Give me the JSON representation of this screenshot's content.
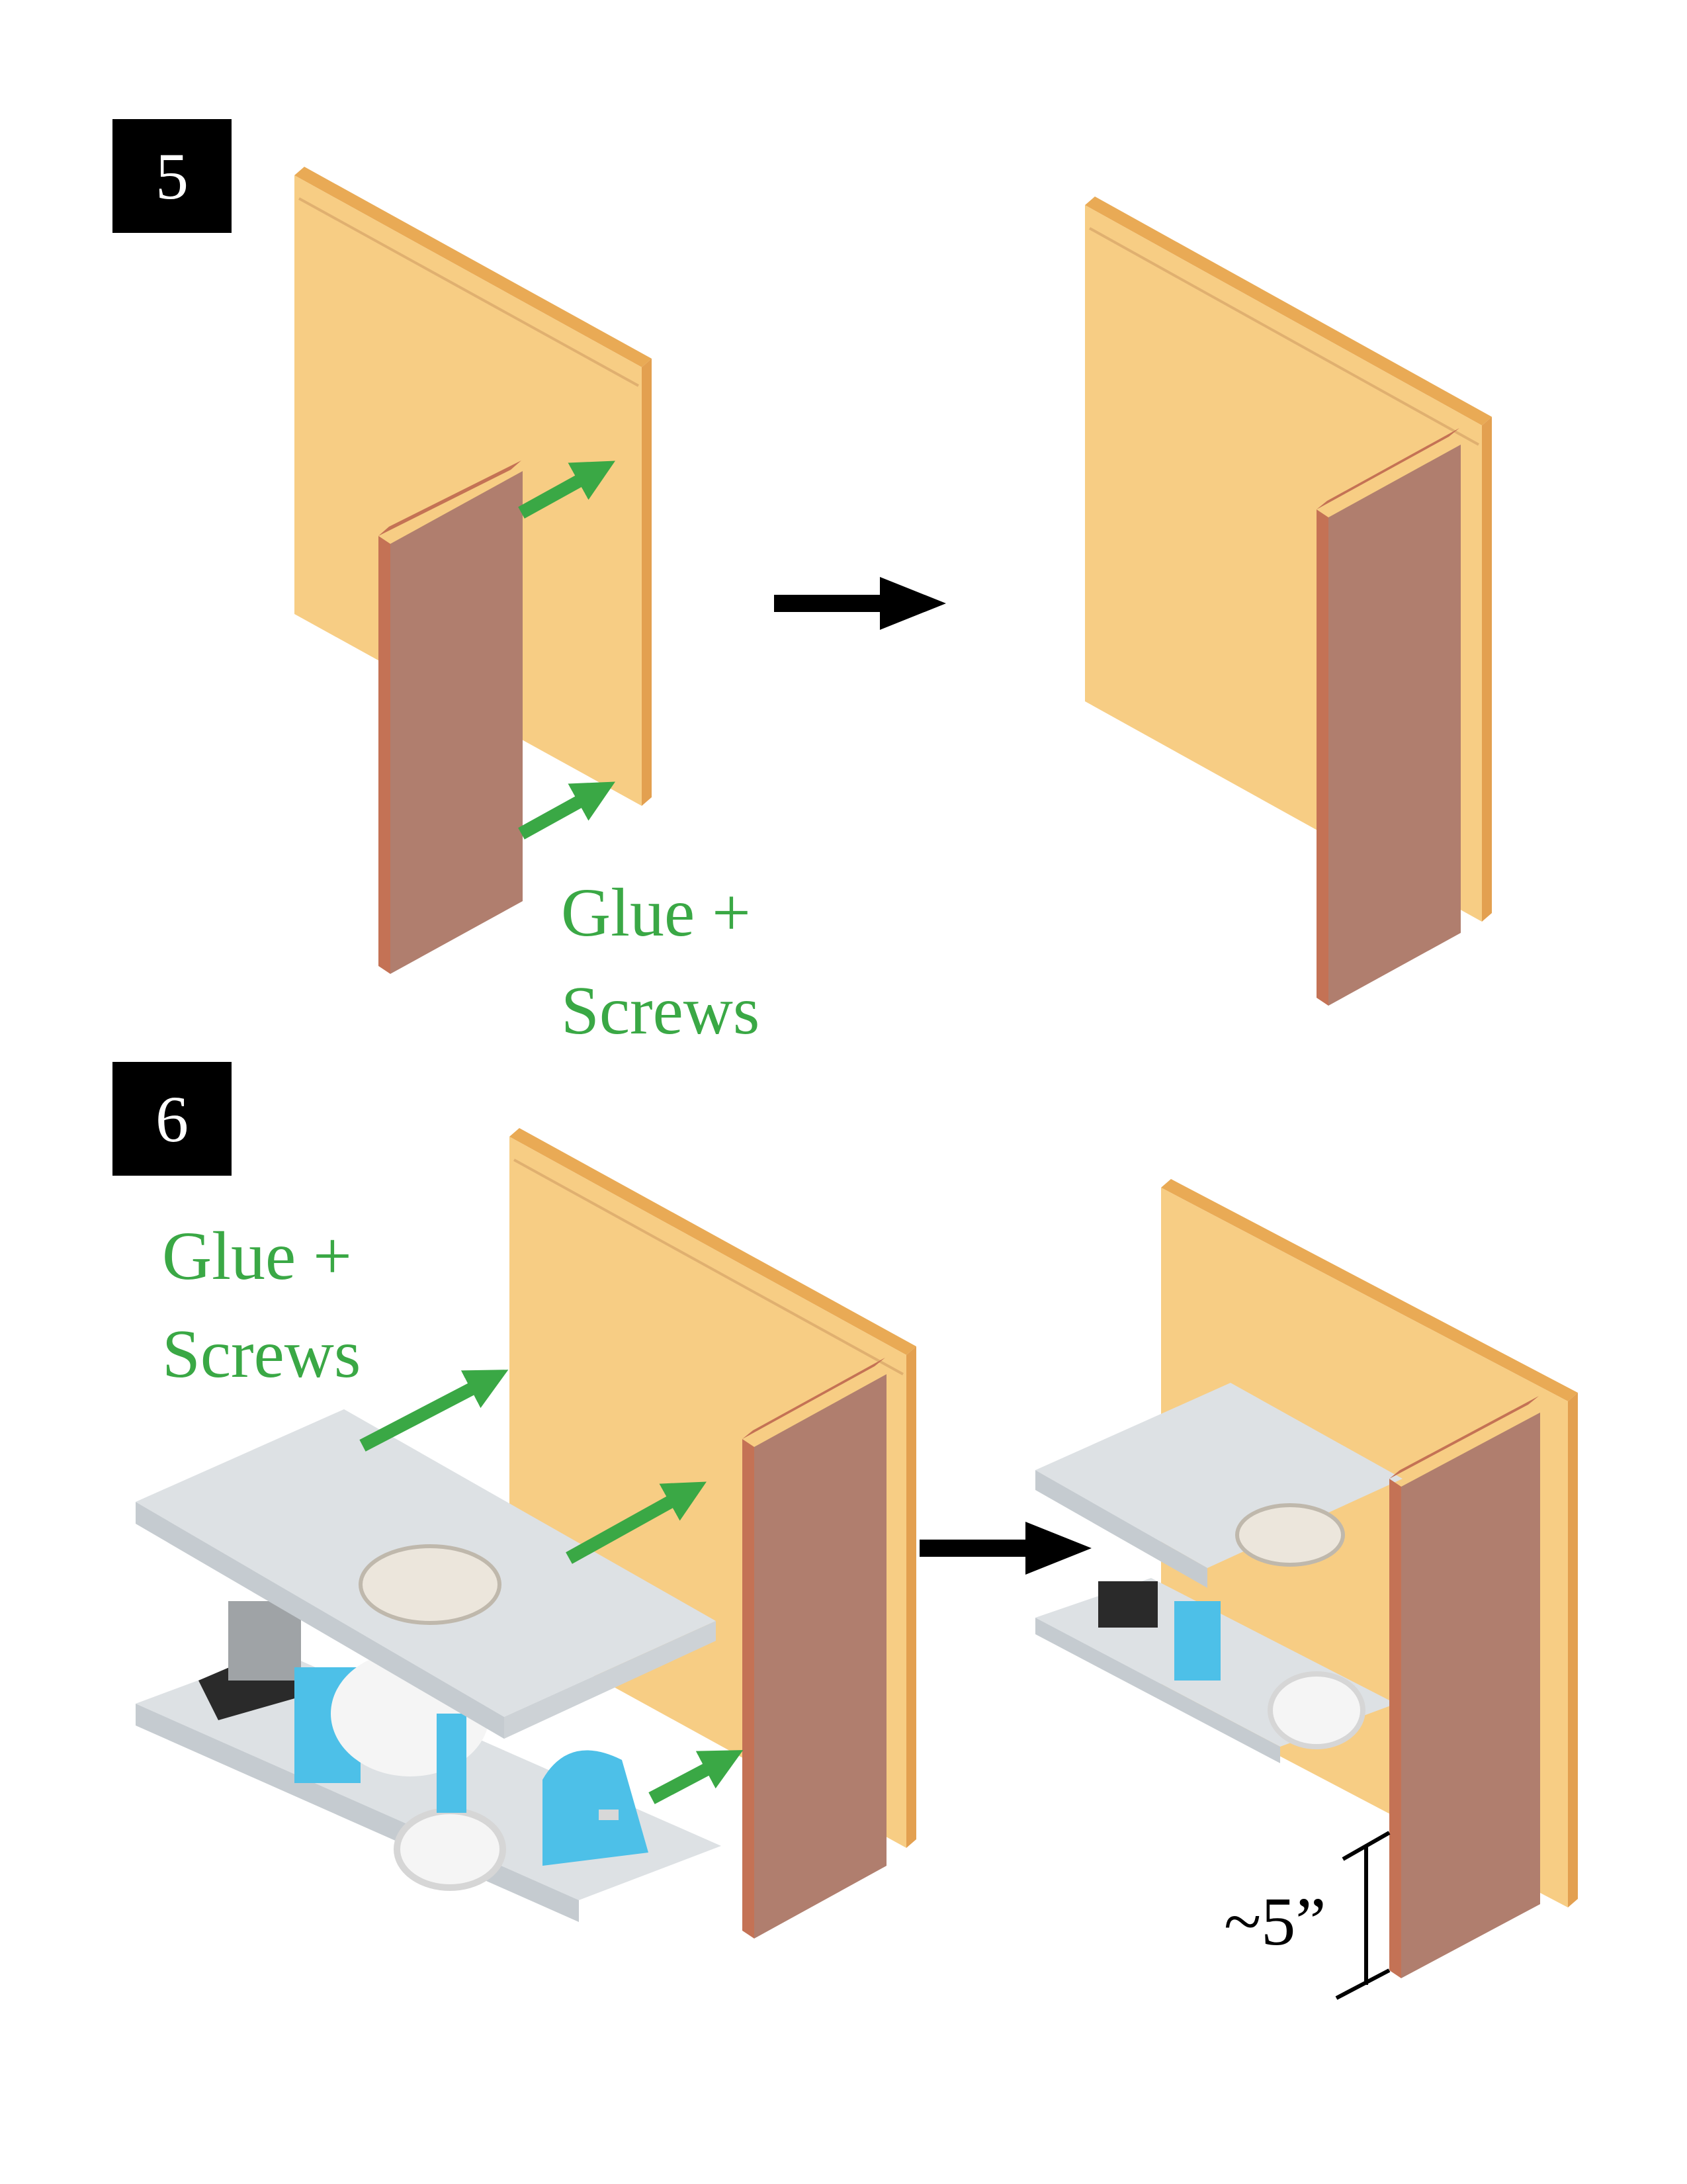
{
  "steps": [
    {
      "number": "5",
      "note_line1": "Glue +",
      "note_line2": "Screws"
    },
    {
      "number": "6",
      "note_line1": "Glue +",
      "note_line2": "Screws",
      "dimension_label": "~5”"
    }
  ],
  "colors": {
    "pine": "#f7cd84",
    "pine_edge": "#e9aa55",
    "walnut": "#b07e6e",
    "walnut_edge": "#c47255",
    "mdf": "#dde1e4",
    "mdf_side": "#c5cbd0",
    "bearing": "#4dc0e8",
    "motor": "#2a2a2a",
    "pipe": "#f5f5f5",
    "arrow_green": "#3aa845",
    "arrow_black": "#000000"
  }
}
